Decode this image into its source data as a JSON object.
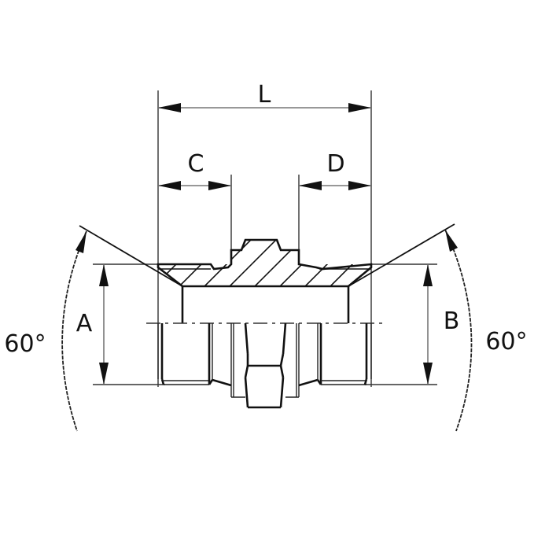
{
  "drawing": {
    "subject": "male-male straight adapter fitting, 60° cone seat both ends",
    "line_color": "#111111",
    "dimension_line_color": "#777777",
    "background": "#ffffff"
  },
  "dimensions": {
    "overall_length": {
      "label": "L"
    },
    "left_thread_length": {
      "label": "C"
    },
    "right_thread_length": {
      "label": "D"
    },
    "left_thread_diameter": {
      "label": "A"
    },
    "right_thread_diameter": {
      "label": "B"
    }
  },
  "angles": {
    "left_cone": {
      "label": "60°"
    },
    "right_cone": {
      "label": "60°"
    }
  }
}
